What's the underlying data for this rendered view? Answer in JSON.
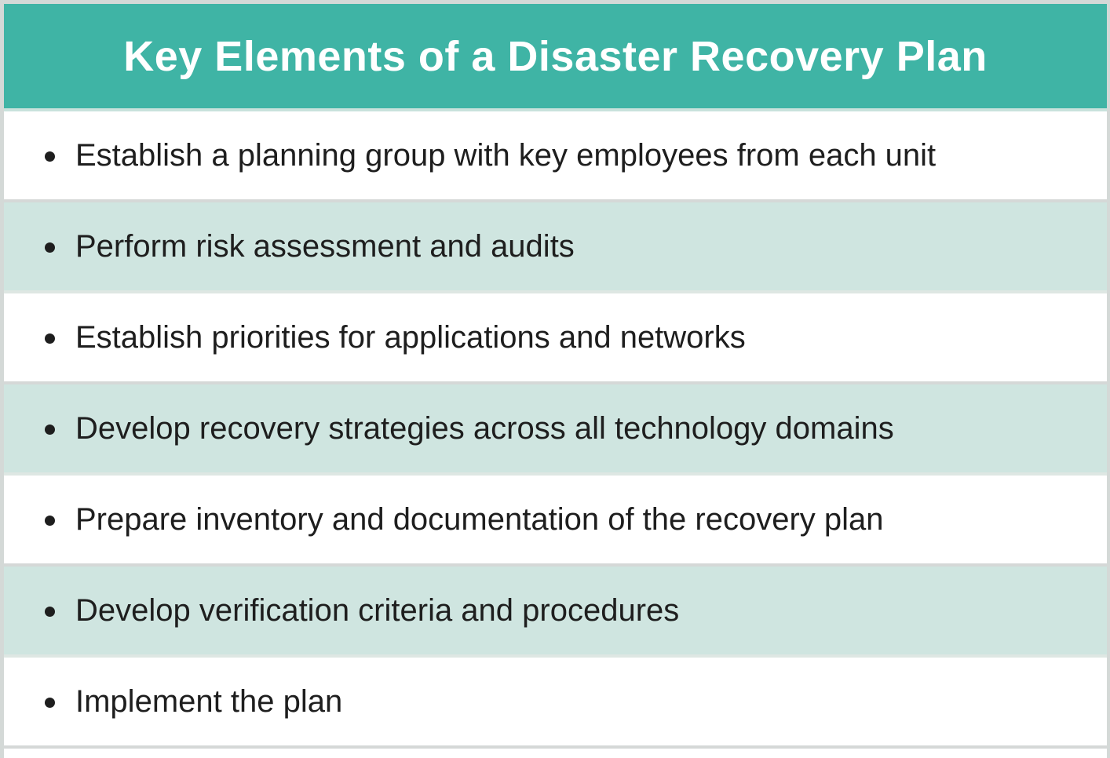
{
  "title": "Key Elements of a Disaster Recovery Plan",
  "icons": {
    "bullet_glyph": "•"
  },
  "items": [
    {
      "text": "Establish a planning group with key employees from each unit"
    },
    {
      "text": "Perform risk assessment and audits"
    },
    {
      "text": "Establish priorities for applications and networks"
    },
    {
      "text": "Develop recovery strategies across all technology domains"
    },
    {
      "text": "Prepare inventory and documentation of the recovery plan"
    },
    {
      "text": "Develop verification criteria and procedures"
    },
    {
      "text": "Implement the plan"
    }
  ],
  "colors": {
    "header_bg": "#3fb4a5",
    "title_text": "#ffffff",
    "row_alt_bg": "#cfe5e0",
    "frame": "#d4d9d7",
    "divider_gray": "#d5d8d7",
    "divider_teal": "#c9e2dc",
    "divider_light": "#dee7e3",
    "text": "#1e1e1e"
  }
}
